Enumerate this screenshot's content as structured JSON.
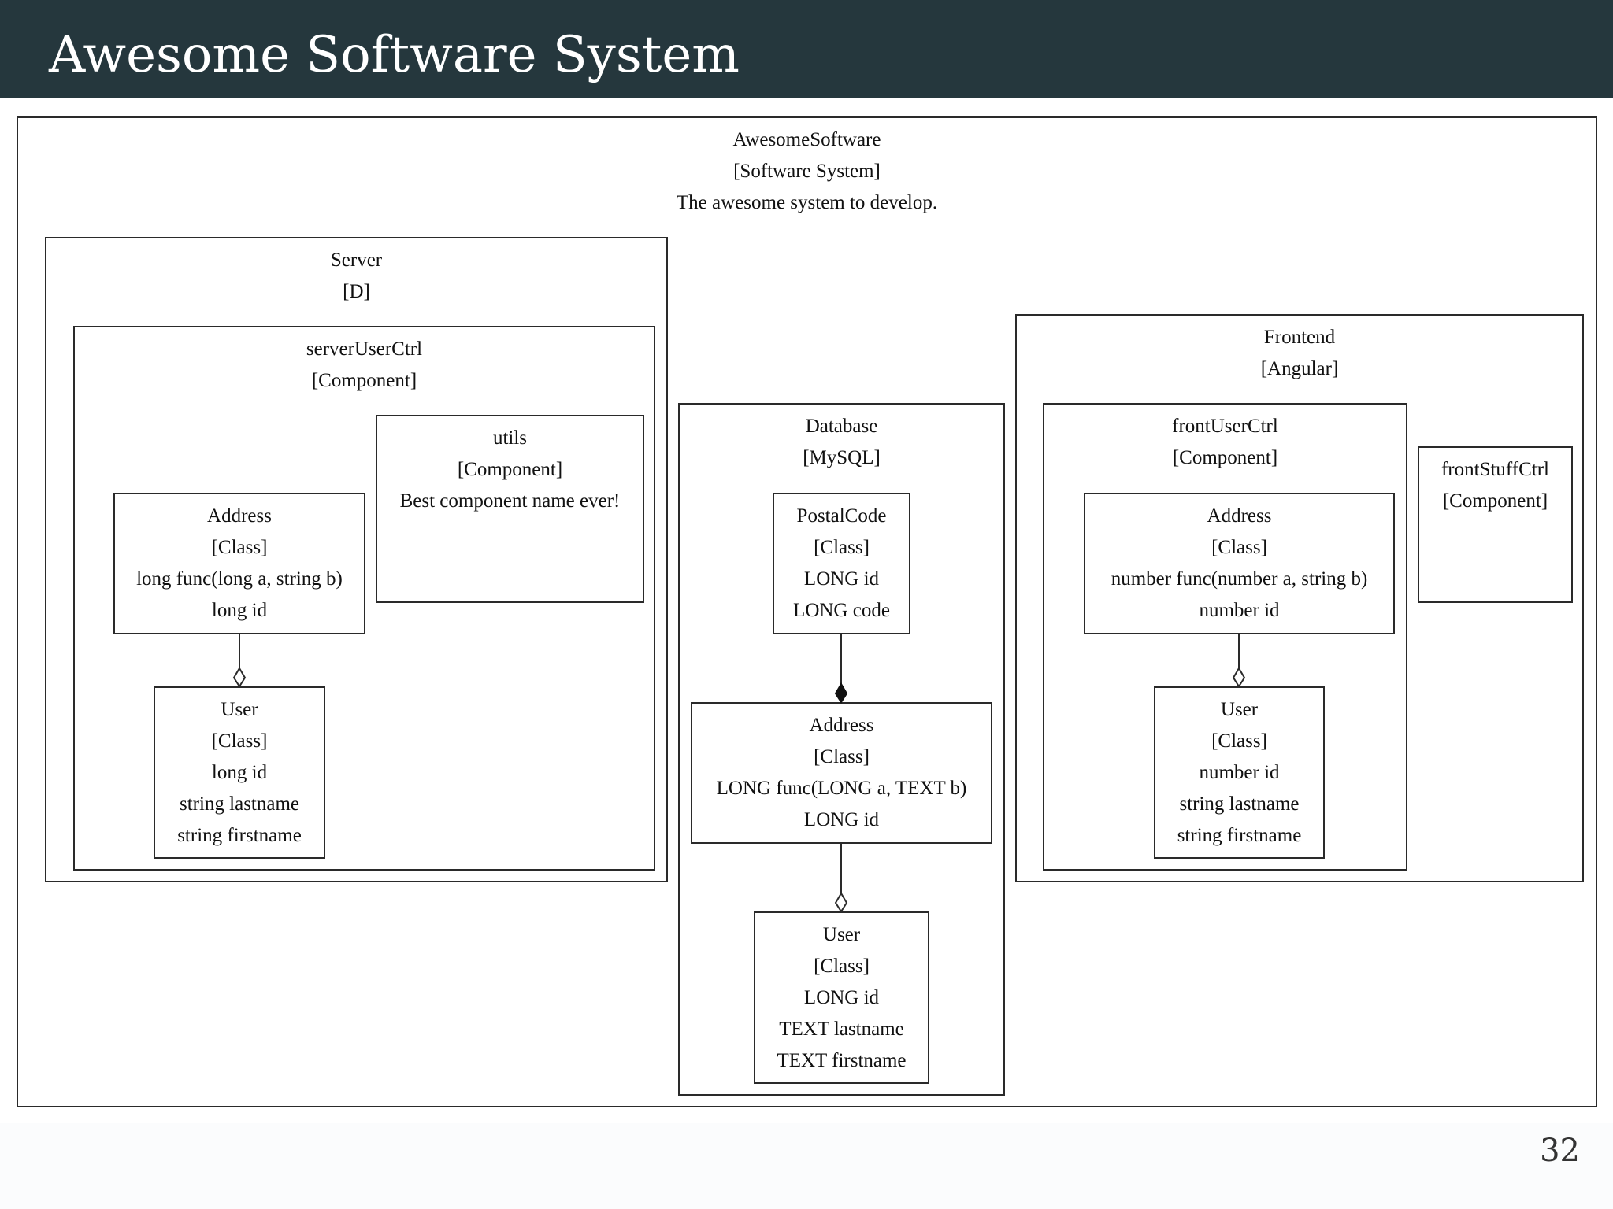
{
  "slide": {
    "title": "Awesome Software System",
    "page_number": "32"
  },
  "system": {
    "name": "AwesomeSoftware",
    "type": "[Software System]",
    "description": "The awesome system to develop."
  },
  "server": {
    "name": "Server",
    "type": "[D]",
    "server_user_ctrl": {
      "name": "serverUserCtrl",
      "type": "[Component]",
      "address": {
        "name": "Address",
        "type": "[Class]",
        "members": [
          "long func(long a, string b)",
          "long id"
        ]
      },
      "user": {
        "name": "User",
        "type": "[Class]",
        "members": [
          "long id",
          "string lastname",
          "string firstname"
        ]
      }
    },
    "utils": {
      "name": "utils",
      "type": "[Component]",
      "description": "Best component name ever!"
    }
  },
  "database": {
    "name": "Database",
    "type": "[MySQL]",
    "postal_code": {
      "name": "PostalCode",
      "type": "[Class]",
      "members": [
        "LONG id",
        "LONG code"
      ]
    },
    "address": {
      "name": "Address",
      "type": "[Class]",
      "members": [
        "LONG func(LONG a, TEXT b)",
        "LONG id"
      ]
    },
    "user": {
      "name": "User",
      "type": "[Class]",
      "members": [
        "LONG id",
        "TEXT lastname",
        "TEXT firstname"
      ]
    }
  },
  "frontend": {
    "name": "Frontend",
    "type": "[Angular]",
    "front_user_ctrl": {
      "name": "frontUserCtrl",
      "type": "[Component]",
      "address": {
        "name": "Address",
        "type": "[Class]",
        "members": [
          "number func(number a, string b)",
          "number id"
        ]
      },
      "user": {
        "name": "User",
        "type": "[Class]",
        "members": [
          "number id",
          "string lastname",
          "string firstname"
        ]
      }
    },
    "front_stuff_ctrl": {
      "name": "frontStuffCtrl",
      "type": "[Component]"
    }
  },
  "relations": [
    {
      "from": "server.server_user_ctrl.address",
      "to": "server.server_user_ctrl.user",
      "kind": "aggregation"
    },
    {
      "from": "database.postal_code",
      "to": "database.address",
      "kind": "composition"
    },
    {
      "from": "database.address",
      "to": "database.user",
      "kind": "aggregation"
    },
    {
      "from": "frontend.front_user_ctrl.address",
      "to": "frontend.front_user_ctrl.user",
      "kind": "aggregation"
    }
  ],
  "colors": {
    "title_bar": "#25373d",
    "title_text": "#ffffff",
    "line": "#2a2a2a"
  }
}
